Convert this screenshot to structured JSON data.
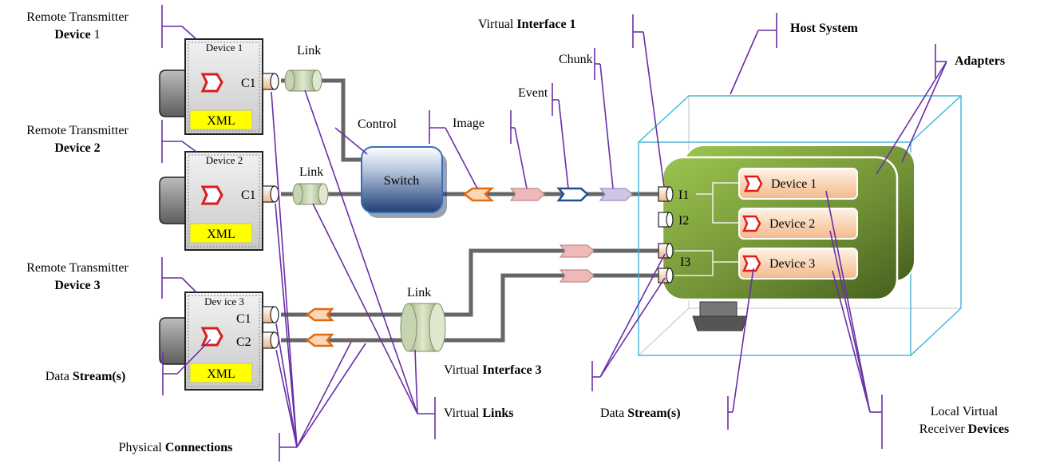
{
  "labels": {
    "rtd1_line1": "Remote Transmitter",
    "rtd1_bold": "Device",
    "rtd1_num": " 1",
    "rtd2_line1": "Remote Transmitter",
    "rtd2_bold": "Device 2",
    "rtd3_line1": "Remote Transmitter",
    "rtd3_bold": "Device 3",
    "ds_left_pre": "Data ",
    "ds_left_bold": "Stream(s)",
    "phys_pre": "Physical ",
    "phys_bold": "Connections",
    "vlinks_pre": "Virtual ",
    "vlinks_bold": "Links",
    "vi1_pre": "Virtual ",
    "vi1_bold": "Interface 1",
    "vi3_pre": "Virtual ",
    "vi3_bold": "Interface 3",
    "ds_mid_pre": "Data ",
    "ds_mid_bold": "Stream(s)",
    "host": "Host System",
    "adapters": "Adapters",
    "lvrd_line1": "Local Virtual",
    "lvrd_pre": "Receiver ",
    "lvrd_bold": "Devices",
    "link1": "Link",
    "link2": "Link",
    "link3": "Link",
    "control": "Control",
    "image": "Image",
    "event": "Event",
    "chunk": "Chunk",
    "switch": "Switch"
  },
  "devices": {
    "d1_title": "Device 1",
    "d2_title": "Device 2",
    "d3_title": "Dev ice 3",
    "xml": "XML",
    "c1": "C1",
    "c2": "C2"
  },
  "host": {
    "i1": "I1",
    "i2": "I2",
    "i3": "I3",
    "local_devices": [
      "Device 1",
      "Device 2",
      "Device 3"
    ]
  },
  "colors": {
    "callout": "#6a2ea6",
    "pipe": "#666666",
    "xml_fill": "#ffff00",
    "adapter_green": "#7aa53a",
    "host_box": "#3cb7d8",
    "switch_blue": "#2a4f8a"
  }
}
